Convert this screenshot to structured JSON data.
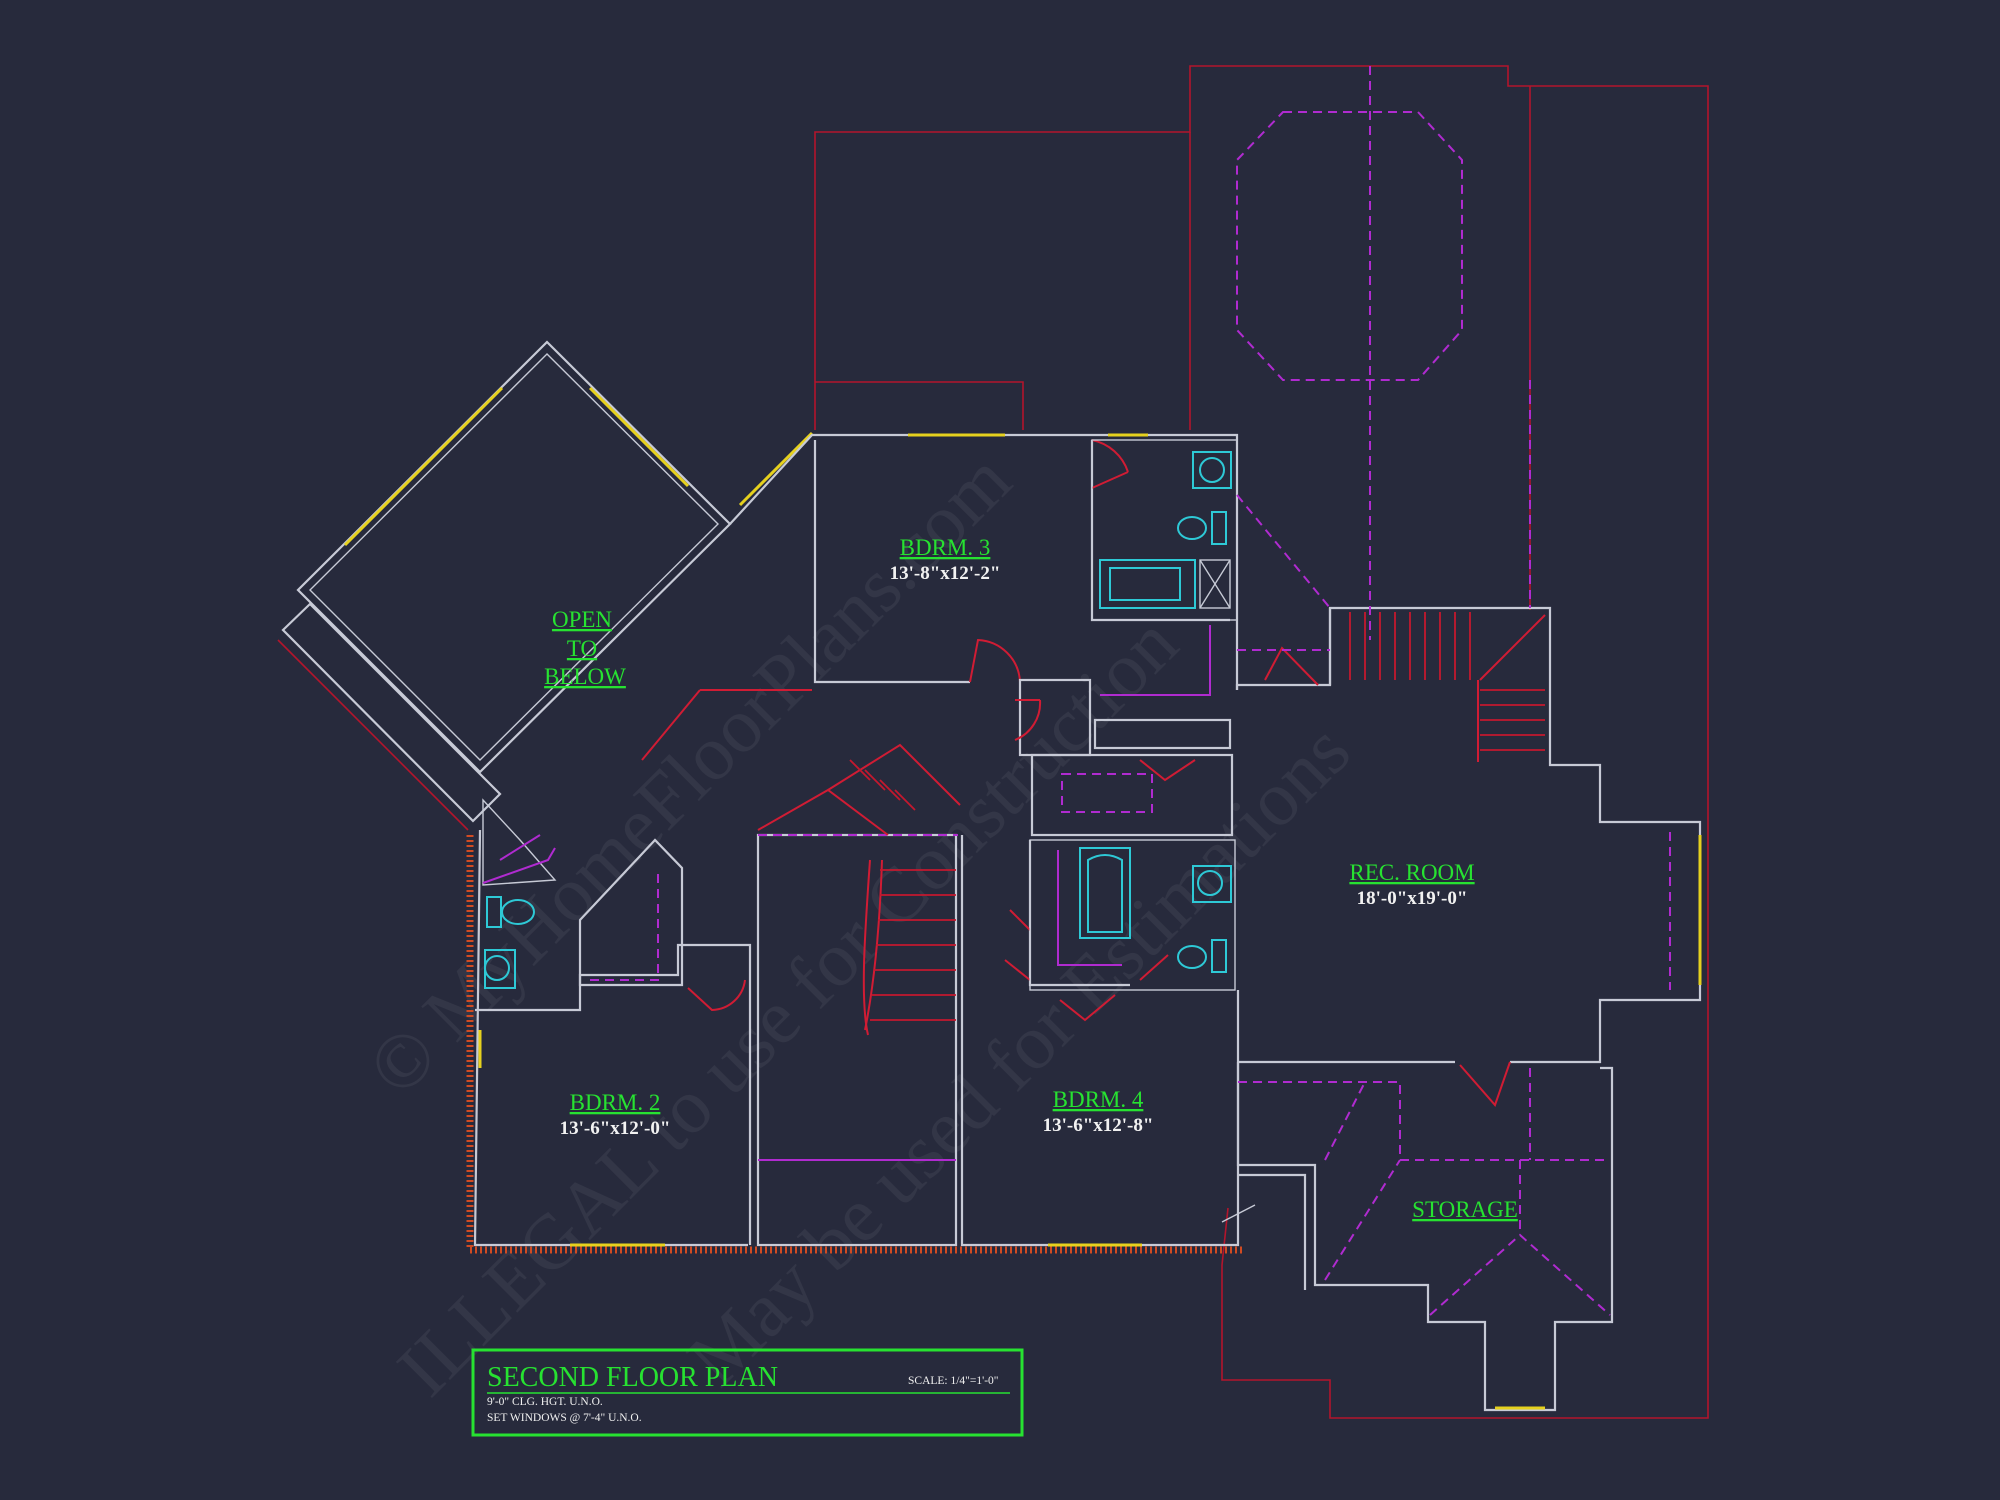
{
  "rooms": {
    "open": [
      "OPEN",
      "TO",
      "BELOW"
    ],
    "bdrm3": {
      "name": "BDRM. 3",
      "dim": "13'-8\"x12'-2\""
    },
    "bdrm2": {
      "name": "BDRM. 2",
      "dim": "13'-6\"x12'-0\""
    },
    "bdrm4": {
      "name": "BDRM. 4",
      "dim": "13'-6\"x12'-8\""
    },
    "rec": {
      "name": "REC. ROOM",
      "dim": "18'-0\"x19'-0\""
    },
    "storage": {
      "name": "STORAGE"
    }
  },
  "title_block": {
    "title": "SECOND FLOOR PLAN",
    "scale": "SCALE: 1/4\"=1'-0\"",
    "note1": "9'-0\" CLG. HGT. U.N.O.",
    "note2": "SET WINDOWS @ 7'-4\" U.N.O."
  },
  "watermark": {
    "line1": "© MyHomeFloorPlans.com",
    "line2": "ILLEGAL to use for Construction",
    "line3": "May be used for Estimations"
  },
  "colors": {
    "background": "#272a3c",
    "walls": "#c7cad6",
    "roof_outline": "#b3152c",
    "doors": "#d01c34",
    "hidden_lines": "#b02bd0",
    "windows": "#e6d11e",
    "fixtures": "#2ec9d6",
    "labels": "#27e231"
  }
}
